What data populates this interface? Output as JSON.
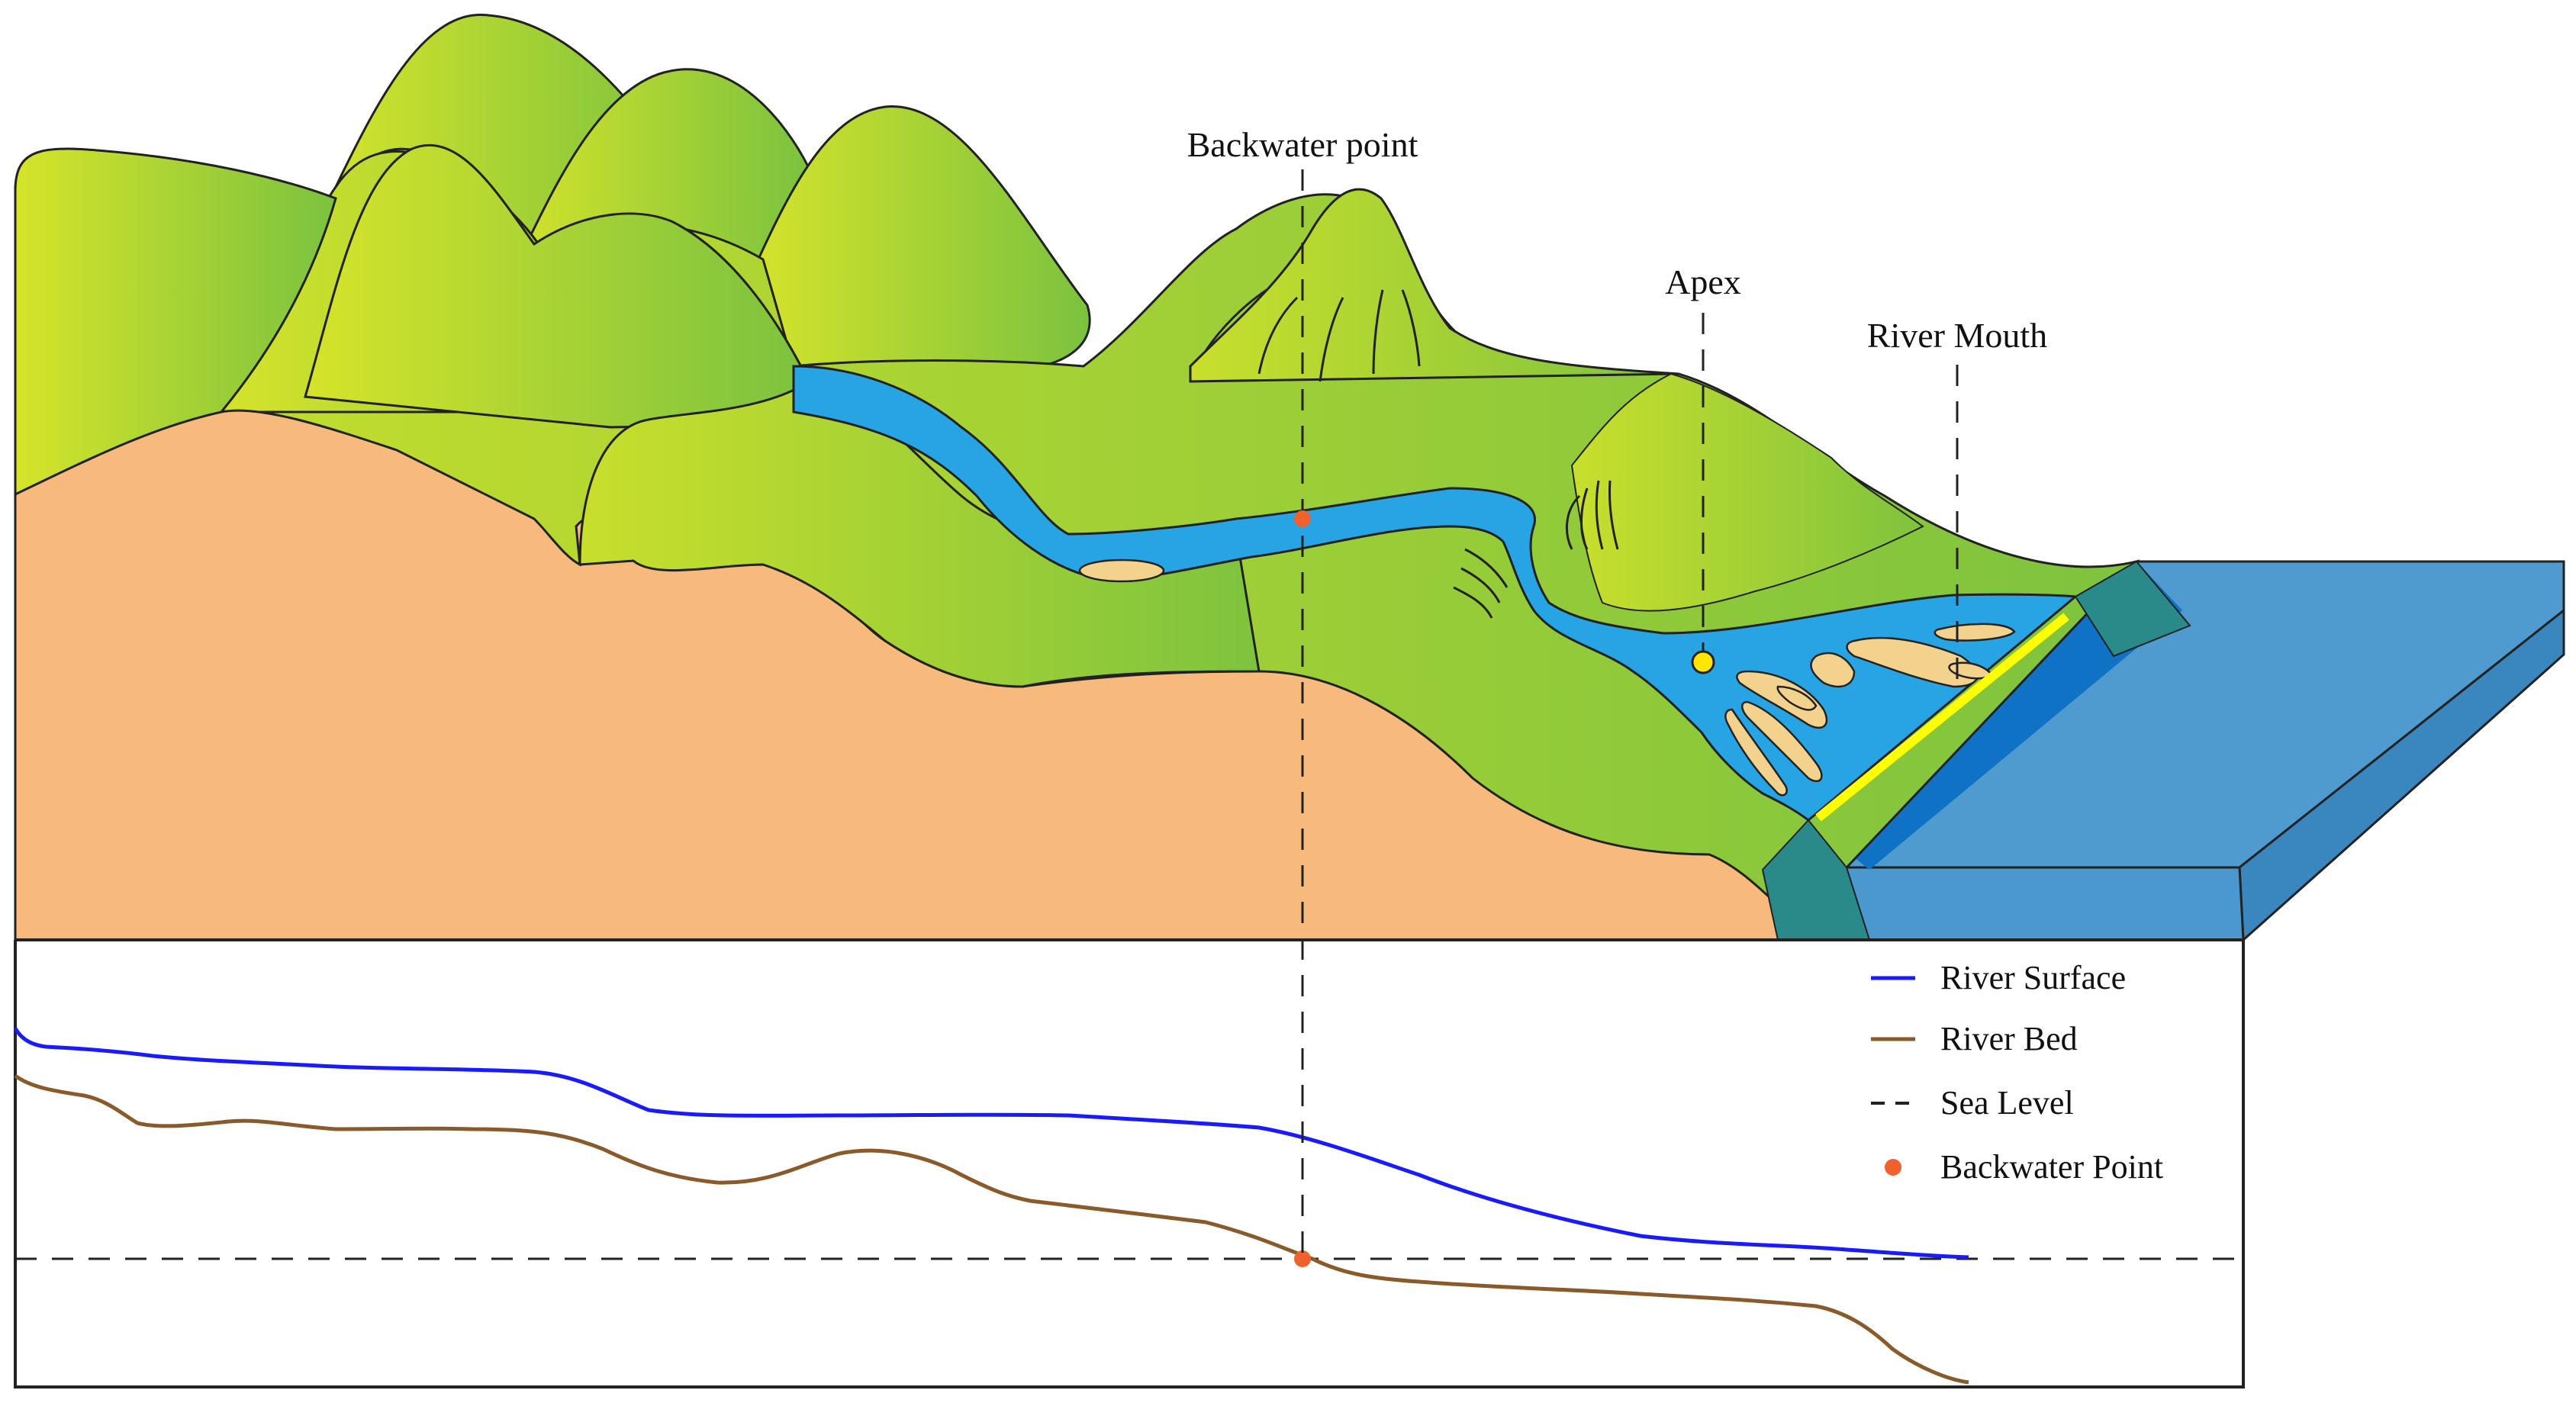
{
  "labels": {
    "backwater_point": "Backwater point",
    "apex": "Apex",
    "river_mouth": "River Mouth"
  },
  "legend": [
    {
      "label": "River Surface",
      "symbol": "line",
      "color": "#1a1aff"
    },
    {
      "label": "River Bed",
      "symbol": "line",
      "color": "#8b5a2b"
    },
    {
      "label": "Sea Level",
      "symbol": "dashed-line",
      "color": "#222222"
    },
    {
      "label": "Backwater Point",
      "symbol": "dot",
      "color": "#f0622d"
    }
  ],
  "colors": {
    "hills_light": "#d6e42a",
    "hills_dark": "#7bc23f",
    "earth": "#f8b97c",
    "river": "#27a4e3",
    "sea_top": "#4f9bd0",
    "sea_front": "#4a98cd",
    "sea_shallow": "#0f72c4",
    "shoal_edge": "#2a8a8a",
    "sand_bar": "#f3d28d",
    "river_mouth_line": "#ffff00",
    "apex_marker": "#ffe600",
    "backwater_marker": "#f0622d",
    "river_surface": "#1a1aff",
    "river_bed": "#8b5a2b"
  }
}
